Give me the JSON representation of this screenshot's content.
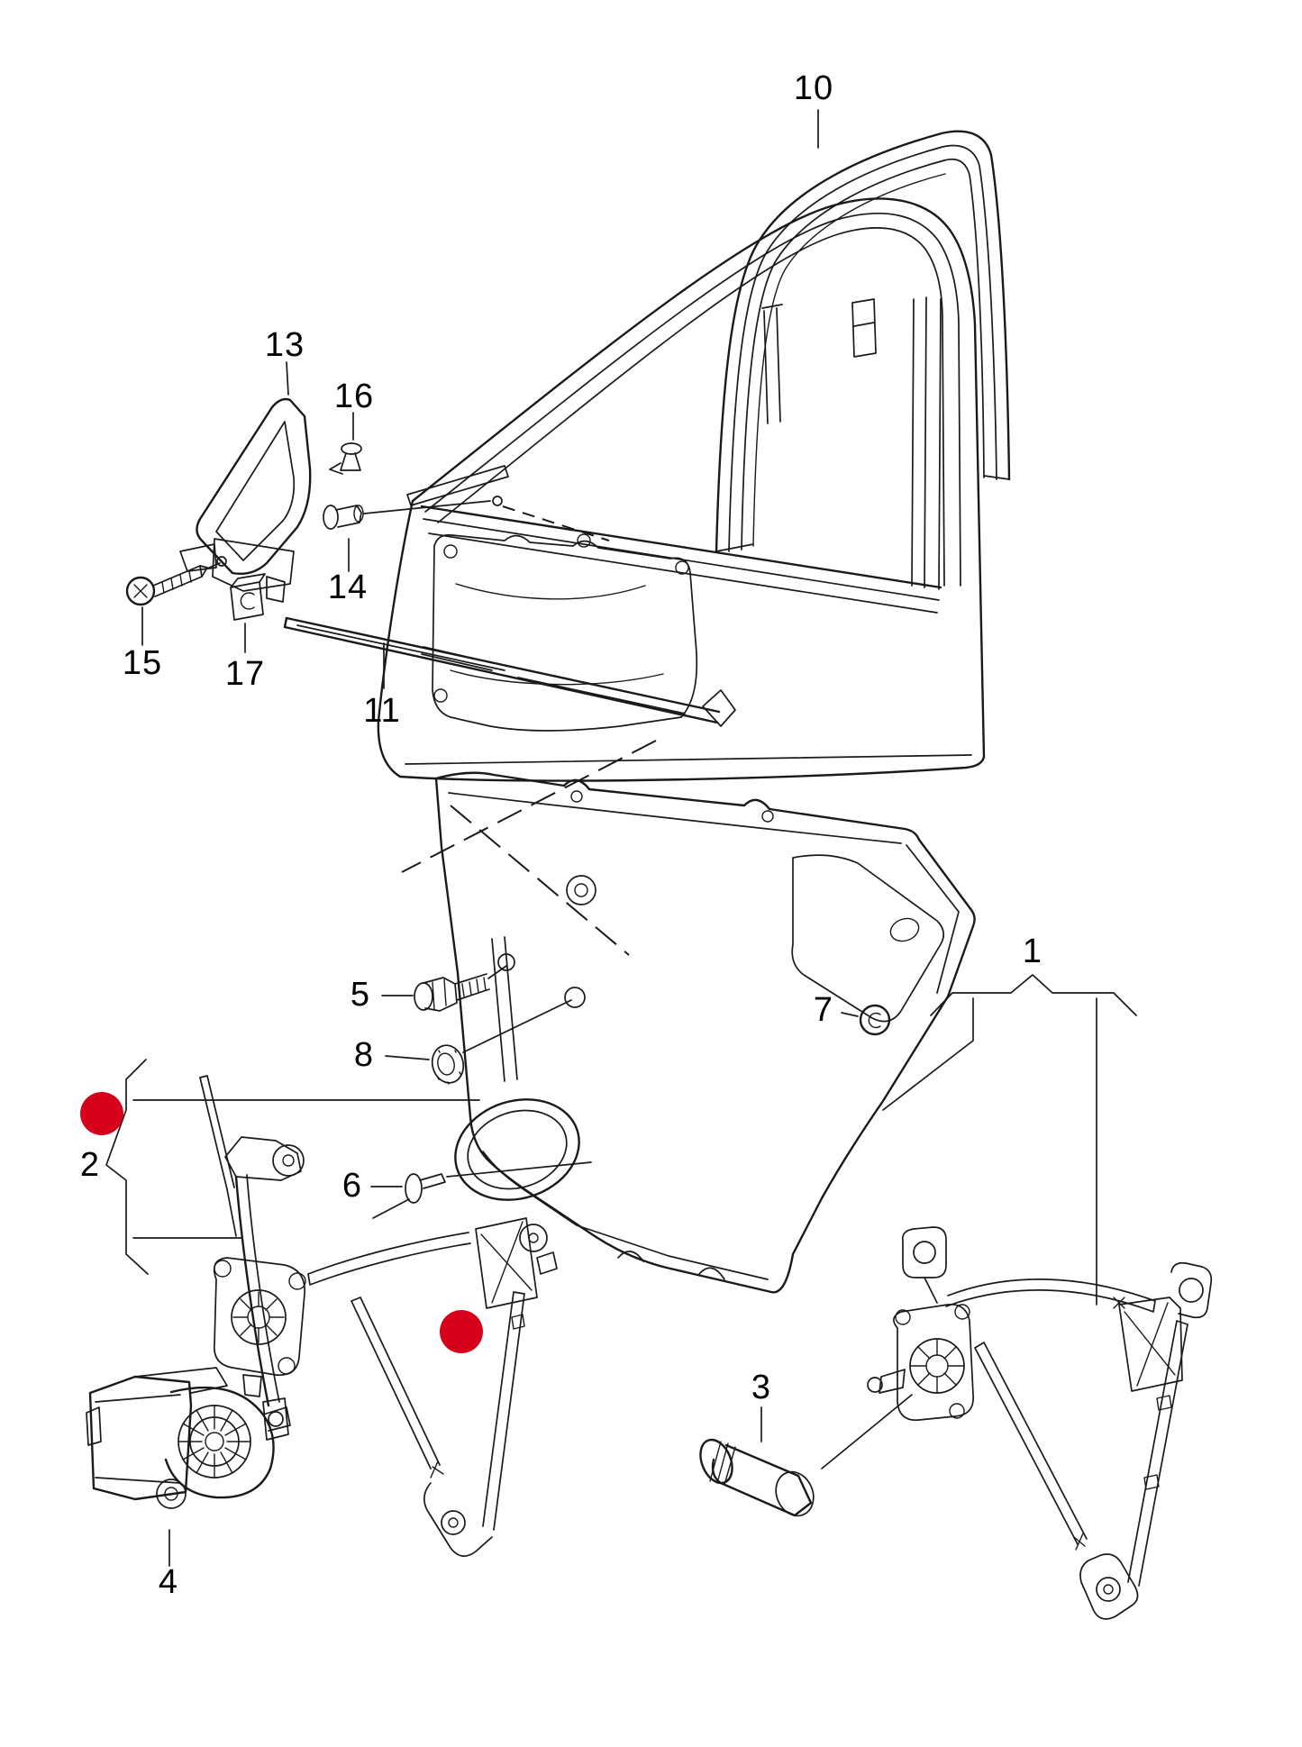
{
  "colors": {
    "line": "#1a1a1a",
    "marker_red": "#d6001c",
    "background": "#ffffff"
  },
  "callouts": [
    {
      "id": "1",
      "text": "1"
    },
    {
      "id": "2",
      "text": "2"
    },
    {
      "id": "3",
      "text": "3"
    },
    {
      "id": "4",
      "text": "4"
    },
    {
      "id": "5",
      "text": "5"
    },
    {
      "id": "6",
      "text": "6"
    },
    {
      "id": "7",
      "text": "7"
    },
    {
      "id": "8",
      "text": "8"
    },
    {
      "id": "10",
      "text": "10"
    },
    {
      "id": "11",
      "text": "11"
    },
    {
      "id": "13",
      "text": "13"
    },
    {
      "id": "14",
      "text": "14"
    },
    {
      "id": "15",
      "text": "15"
    },
    {
      "id": "16",
      "text": "16"
    },
    {
      "id": "17",
      "text": "17"
    }
  ],
  "markers": [
    {
      "name": "selected-part-marker-upper"
    },
    {
      "name": "selected-part-marker-lower"
    }
  ]
}
